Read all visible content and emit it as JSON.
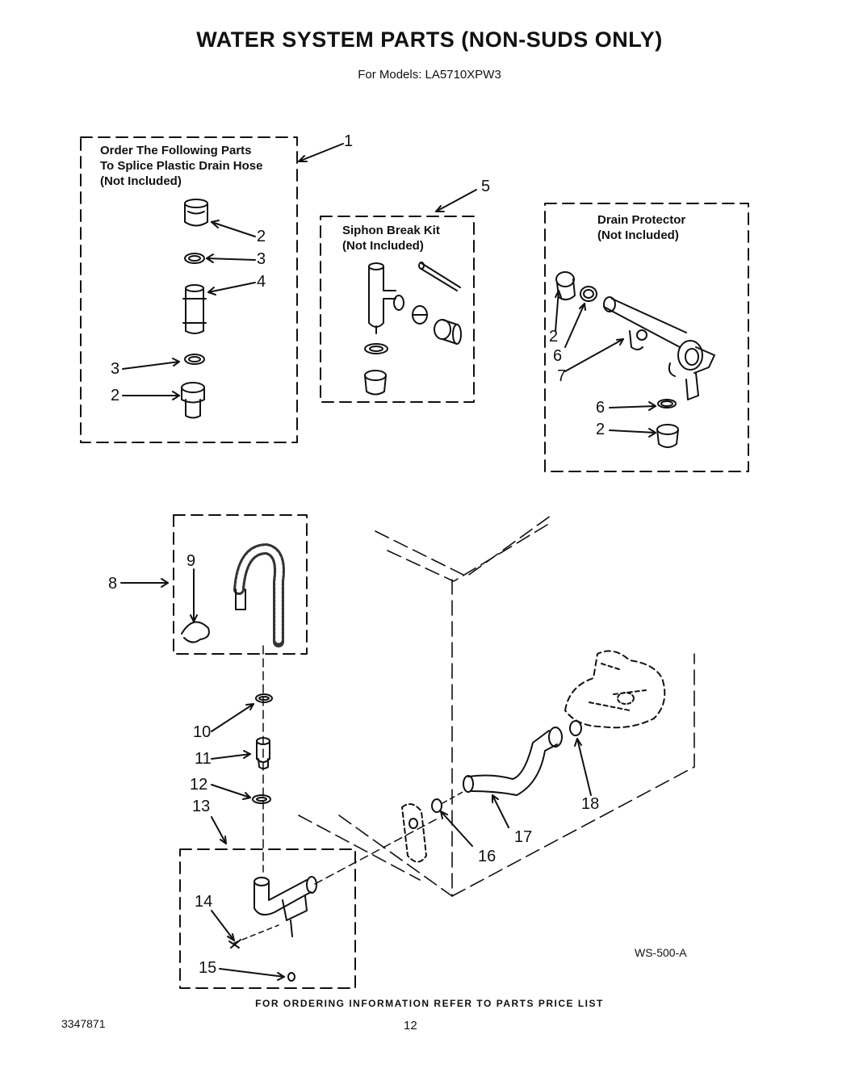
{
  "header": {
    "title": "WATER SYSTEM PARTS  (NON-SUDS ONLY)",
    "models": "For Models: LA5710XPW3"
  },
  "boxes": {
    "splice": [
      "Order The Following Parts",
      "To Splice Plastic Drain Hose",
      "(Not Included)"
    ],
    "siphon": [
      "Siphon Break Kit",
      "(Not Included)"
    ],
    "protector": [
      "Drain Protector",
      "(Not Included)"
    ]
  },
  "callouts": {
    "c1": "1",
    "c2a": "2",
    "c3a": "3",
    "c4": "4",
    "c3b": "3",
    "c2b": "2",
    "c5": "5",
    "c2c": "2",
    "c6a": "6",
    "c7": "7",
    "c6b": "6",
    "c2d": "2",
    "c8": "8",
    "c9": "9",
    "c10": "10",
    "c11": "11",
    "c12": "12",
    "c13": "13",
    "c14": "14",
    "c15": "15",
    "c16": "16",
    "c17": "17",
    "c18": "18"
  },
  "footer": {
    "ordering": "FOR ORDERING INFORMATION REFER TO PARTS PRICE LIST",
    "doc_number": "3347871",
    "page": "12",
    "drawing_code": "WS-500-A"
  }
}
